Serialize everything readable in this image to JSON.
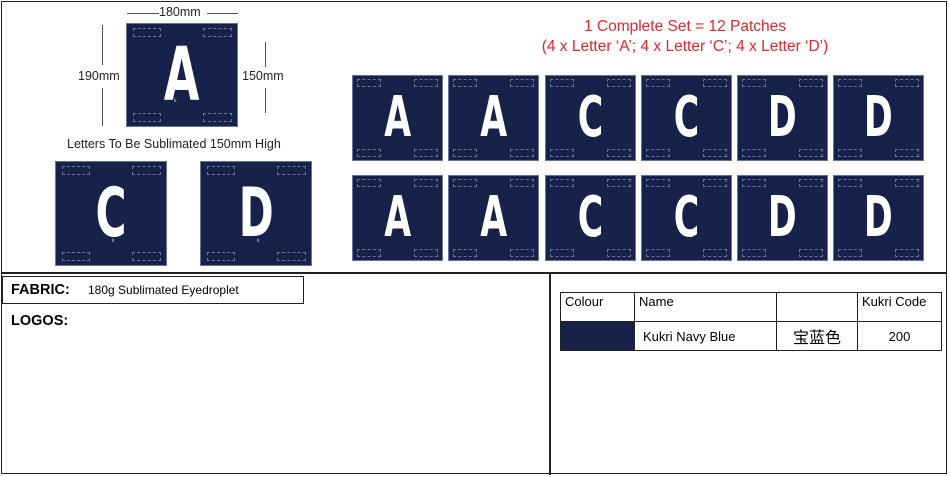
{
  "dimensions": {
    "width": "180mm",
    "height": "190mm",
    "letter_height": "150mm"
  },
  "caption": "Letters To Be Sublimated 150mm High",
  "set_title": {
    "line1": "1 Complete Set = 12 Patches",
    "line2": "(4 x Letter ‘A’;   4 x Letter ‘C’;   4 x Letter ‘D’)"
  },
  "sample_patches": [
    "A",
    "C",
    "D"
  ],
  "patch_grid": {
    "row1": [
      "A",
      "A",
      "C",
      "C",
      "D",
      "D"
    ],
    "row2": [
      "A",
      "A",
      "C",
      "C",
      "D",
      "D"
    ]
  },
  "fabric": {
    "label": "FABRIC:",
    "value": "180g Sublimated Eyedroplet"
  },
  "logos": {
    "label": "LOGOS:"
  },
  "colour_table": {
    "headers": [
      "Colour",
      "Name",
      "",
      "Kukri Code"
    ],
    "rows": [
      {
        "swatch": "#17224a",
        "name": "Kukri Navy Blue",
        "chinese": "宝蓝色",
        "code": "200"
      }
    ]
  },
  "colors": {
    "navy": "#17224a",
    "title_red": "#e8232a"
  }
}
